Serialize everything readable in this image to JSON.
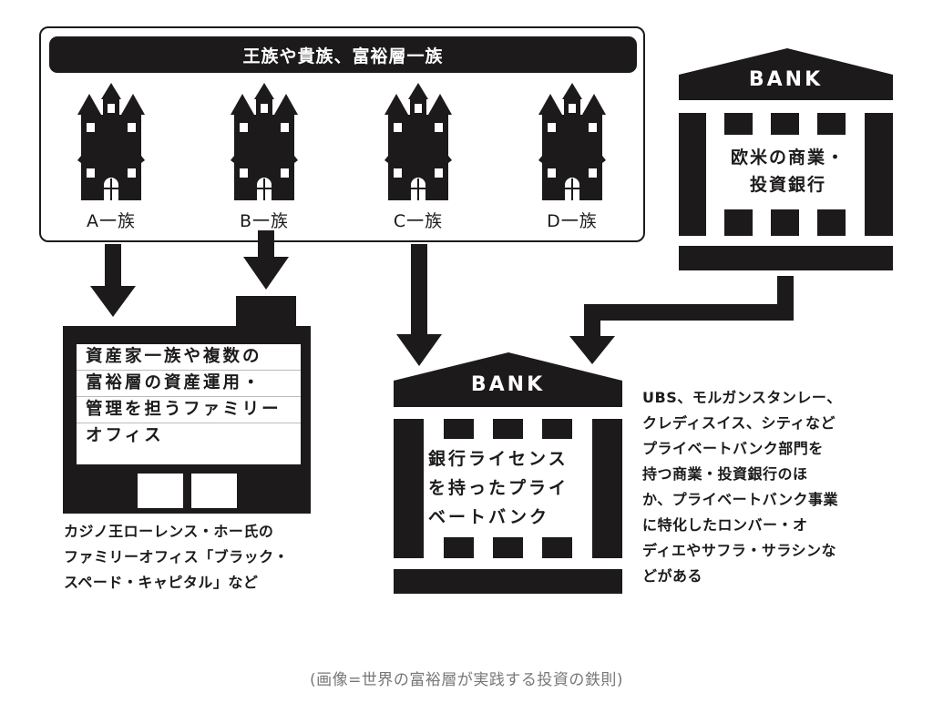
{
  "header": {
    "banner_title": "王族や貴族、富裕層一族"
  },
  "families": [
    {
      "label": "A一族",
      "icon": "castle-icon"
    },
    {
      "label": "B一族",
      "icon": "castle-icon"
    },
    {
      "label": "C一族",
      "icon": "castle-icon"
    },
    {
      "label": "D一族",
      "icon": "castle-icon"
    }
  ],
  "western_bank": {
    "sign": "BANK",
    "label_lines": [
      "欧米の商業・",
      "投資銀行"
    ],
    "icon": "bank-building-icon"
  },
  "family_office": {
    "text_lines": [
      "資産家一族や複数の",
      "富裕層の資産運用・",
      "管理を担うファミリー",
      "オフィス"
    ],
    "caption_lines": [
      "カジノ王ローレンス・ホー氏の",
      "ファミリーオフィス「ブラック・",
      "スペード・キャピタル」など"
    ],
    "icon": "office-building-icon"
  },
  "private_bank": {
    "sign": "BANK",
    "label_lines": [
      "銀行ライセンス",
      "を持ったプライ",
      "ベートバンク"
    ],
    "caption_lines": [
      "UBS、モルガンスタンレー、",
      "クレディスイス、シティなど",
      "プライベートバンク部門を",
      "持つ商業・投資銀行のほ",
      "か、プライベートバンク事業",
      "に特化したロンバー・オ",
      "ディエやサフラ・サラシンな",
      "どがある"
    ],
    "icon": "bank-building-icon"
  },
  "arrows": [
    {
      "from": "A一族",
      "to": "family_office"
    },
    {
      "from": "B一族",
      "to": "family_office"
    },
    {
      "from": "C一族",
      "to": "private_bank"
    },
    {
      "from": "western_bank",
      "to": "private_bank"
    }
  ],
  "source_note": "(画像=世界の富裕層が実践する投資の鉄則)",
  "colors": {
    "ink": "#1c1a1a",
    "paper": "#ffffff",
    "note": "#777777"
  }
}
